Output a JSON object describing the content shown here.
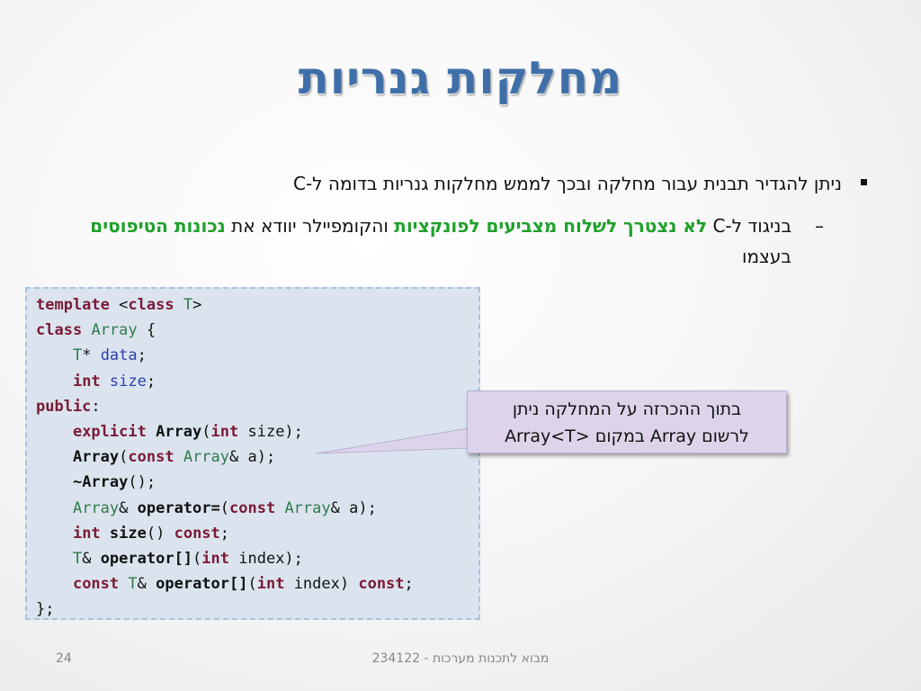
{
  "slide": {
    "title": "מחלקות גנריות",
    "bullet1": "ניתן להגדיר תבנית עבור מחלקה ובכך לממש מחלקות גנריות בדומה ל-C",
    "bullet2": {
      "prefix": "בניגוד ל-C ",
      "green1": "לא נצטרך לשלוח מצביעים לפונקציות",
      "middle": " והקומפיילר יוודא את ",
      "green2": "נכונות הטיפוסים",
      "suffix": " בעצמו"
    },
    "callout": {
      "line1": "בתוך ההכרזה על המחלקה ניתן",
      "line2": "לרשום Array במקום <Array<T"
    },
    "footer": {
      "course": "מבוא לתכנות מערכות - 234122",
      "page_number": "24"
    }
  },
  "code_lines": [
    [
      {
        "t": "template",
        "c": "kw"
      },
      {
        "t": " <",
        "c": ""
      },
      {
        "t": "class",
        "c": "kw"
      },
      {
        "t": " ",
        "c": ""
      },
      {
        "t": "T",
        "c": "ty"
      },
      {
        "t": ">",
        "c": ""
      }
    ],
    [
      {
        "t": "class",
        "c": "kw"
      },
      {
        "t": " ",
        "c": ""
      },
      {
        "t": "Array",
        "c": "ty"
      },
      {
        "t": " {",
        "c": ""
      }
    ],
    [
      {
        "t": "    ",
        "c": ""
      },
      {
        "t": "T",
        "c": "ty"
      },
      {
        "t": "* ",
        "c": ""
      },
      {
        "t": "data",
        "c": "vr"
      },
      {
        "t": ";",
        "c": ""
      }
    ],
    [
      {
        "t": "    ",
        "c": ""
      },
      {
        "t": "int",
        "c": "kw"
      },
      {
        "t": " ",
        "c": ""
      },
      {
        "t": "size",
        "c": "vr"
      },
      {
        "t": ";",
        "c": ""
      }
    ],
    [
      {
        "t": "public",
        "c": "kw"
      },
      {
        "t": ":",
        "c": ""
      }
    ],
    [
      {
        "t": "    ",
        "c": ""
      },
      {
        "t": "explicit",
        "c": "kw"
      },
      {
        "t": " ",
        "c": ""
      },
      {
        "t": "Array",
        "c": "fn"
      },
      {
        "t": "(",
        "c": ""
      },
      {
        "t": "int",
        "c": "kw"
      },
      {
        "t": " size);",
        "c": ""
      }
    ],
    [
      {
        "t": "    ",
        "c": ""
      },
      {
        "t": "Array",
        "c": "fn"
      },
      {
        "t": "(",
        "c": ""
      },
      {
        "t": "const",
        "c": "kw"
      },
      {
        "t": " ",
        "c": ""
      },
      {
        "t": "Array",
        "c": "ty"
      },
      {
        "t": "& a);",
        "c": ""
      }
    ],
    [
      {
        "t": "    ",
        "c": ""
      },
      {
        "t": "~Array",
        "c": "fn"
      },
      {
        "t": "();",
        "c": ""
      }
    ],
    [
      {
        "t": "    ",
        "c": ""
      },
      {
        "t": "Array",
        "c": "ty"
      },
      {
        "t": "& ",
        "c": ""
      },
      {
        "t": "operator=",
        "c": "fn"
      },
      {
        "t": "(",
        "c": ""
      },
      {
        "t": "const",
        "c": "kw"
      },
      {
        "t": " ",
        "c": ""
      },
      {
        "t": "Array",
        "c": "ty"
      },
      {
        "t": "& a);",
        "c": ""
      }
    ],
    [
      {
        "t": "    ",
        "c": ""
      },
      {
        "t": "int",
        "c": "kw"
      },
      {
        "t": " ",
        "c": ""
      },
      {
        "t": "size",
        "c": "fn"
      },
      {
        "t": "() ",
        "c": ""
      },
      {
        "t": "const",
        "c": "kw"
      },
      {
        "t": ";",
        "c": ""
      }
    ],
    [
      {
        "t": "    ",
        "c": ""
      },
      {
        "t": "T",
        "c": "ty"
      },
      {
        "t": "& ",
        "c": ""
      },
      {
        "t": "operator[]",
        "c": "fn"
      },
      {
        "t": "(",
        "c": ""
      },
      {
        "t": "int",
        "c": "kw"
      },
      {
        "t": " index);",
        "c": ""
      }
    ],
    [
      {
        "t": "    ",
        "c": ""
      },
      {
        "t": "const",
        "c": "kw"
      },
      {
        "t": " ",
        "c": ""
      },
      {
        "t": "T",
        "c": "ty"
      },
      {
        "t": "& ",
        "c": ""
      },
      {
        "t": "operator[]",
        "c": "fn"
      },
      {
        "t": "(",
        "c": ""
      },
      {
        "t": "int",
        "c": "kw"
      },
      {
        "t": " index) ",
        "c": ""
      },
      {
        "t": "const",
        "c": "kw"
      },
      {
        "t": ";",
        "c": ""
      }
    ],
    [
      {
        "t": "};",
        "c": ""
      }
    ]
  ],
  "colors": {
    "title": "#3f6fa8",
    "highlight_green": "#1fa12a",
    "code_background": "#dbe4ee",
    "callout_background": "#ddd4ea"
  }
}
